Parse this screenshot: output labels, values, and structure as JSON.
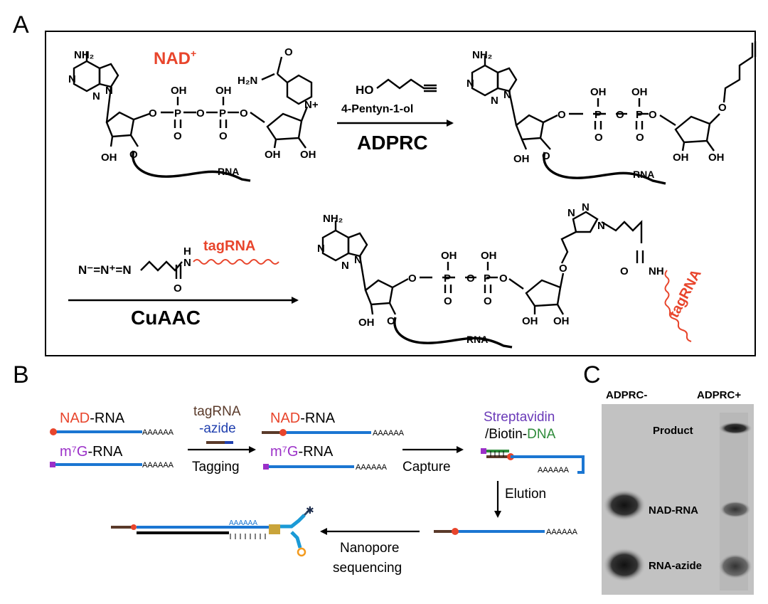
{
  "panels": {
    "a": {
      "label": "A",
      "nad_label": "NAD",
      "nad_charge": "+",
      "rna": "RNA",
      "reagent_alcohol": "4-Pentyn-1-ol",
      "enzyme": "ADPRC",
      "step2_reaction": "CuAAC",
      "tag": "tagRNA",
      "atoms": {
        "nh2": "NH₂",
        "n": "N",
        "o": "O",
        "p": "P",
        "oh": "OH",
        "ho": "HO",
        "h2n": "H₂N",
        "nh": "NH",
        "h": "H",
        "nplus": "N+",
        "azide": "N⁻=N⁺=N"
      }
    },
    "b": {
      "label": "B",
      "nad": "NAD",
      "m7g": "m⁷G",
      "rna_suffix": "-RNA",
      "polya": "AAAAAA",
      "tag_reagent_line1": "tagRNA",
      "tag_reagent_line2": "-azide",
      "tagging": "Tagging",
      "streptavidin": "Streptavidin",
      "biotin": "/Biotin-",
      "dna": "DNA",
      "capture": "Capture",
      "elution": "Elution",
      "nanopore_line1": "Nanopore",
      "nanopore_line2": "sequencing"
    },
    "c": {
      "label": "C",
      "lane_minus": "ADPRC-",
      "lane_plus": "ADPRC+",
      "band_product": "Product",
      "band_nad_rna": "NAD-RNA",
      "band_rna_azide": "RNA-azide"
    }
  },
  "colors": {
    "red": "#e8452c",
    "blue": "#1b76d2",
    "purple": "#9b30c8",
    "brown": "#5a3a2a",
    "green": "#2e8b3a",
    "dark_blue": "#1f3fae",
    "orange": "#f39a1e"
  }
}
